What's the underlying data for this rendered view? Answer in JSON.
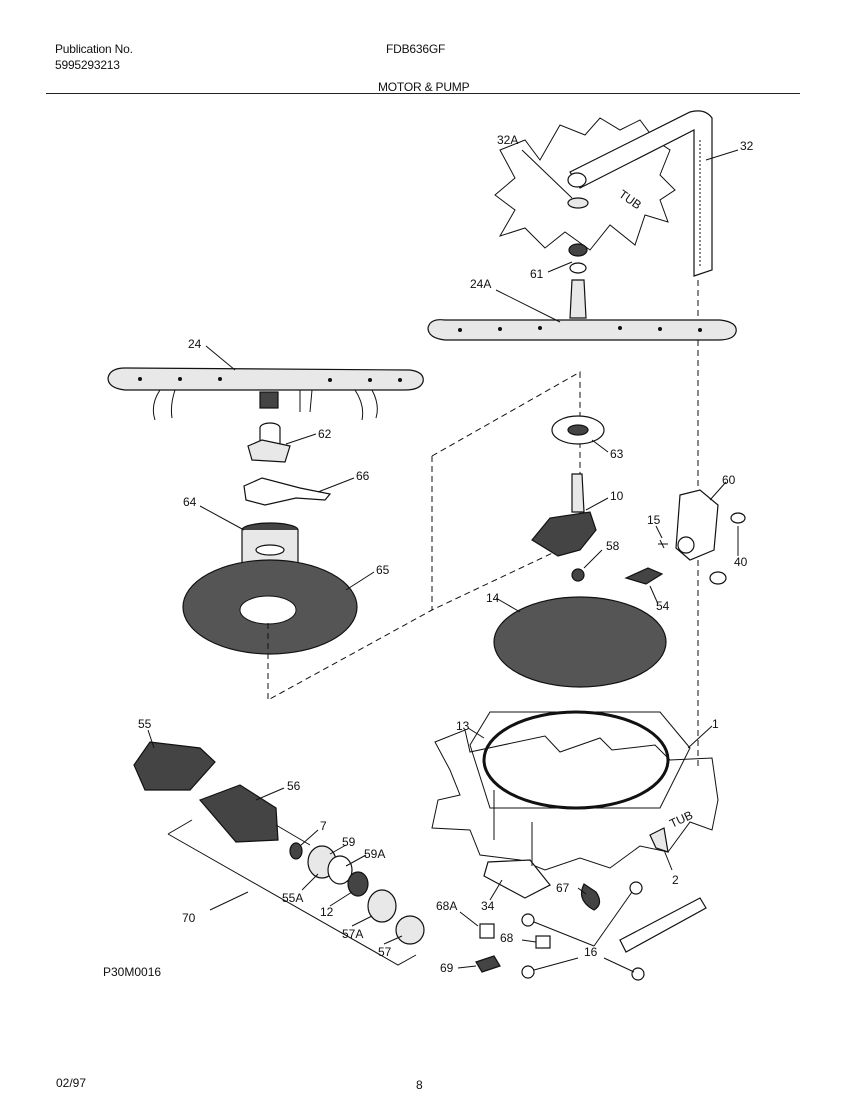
{
  "header": {
    "publication_label": "Publication No.",
    "publication_number": "5995293213",
    "model": "FDB636GF",
    "section_title": "MOTOR & PUMP"
  },
  "callouts": {
    "c32A": "32A",
    "c32": "32",
    "c61": "61",
    "c24A": "24A",
    "c24": "24",
    "c62": "62",
    "c66": "66",
    "c64": "64",
    "c65": "65",
    "c63": "63",
    "c10": "10",
    "c60": "60",
    "c15": "15",
    "c58": "58",
    "c40": "40",
    "c54": "54",
    "c14": "14",
    "c13": "13",
    "c1": "1",
    "c55": "55",
    "c56": "56",
    "c7": "7",
    "c59": "59",
    "c59A": "59A",
    "c55A": "55A",
    "c12": "12",
    "c57A": "57A",
    "c57": "57",
    "c70": "70",
    "c2": "2",
    "c34": "34",
    "c67": "67",
    "c68A": "68A",
    "c68": "68",
    "c16": "16",
    "c69": "69",
    "tub_top": "TUB",
    "tub_bottom": "TUB"
  },
  "diagram_code": "P30M0016",
  "footer": {
    "date": "02/97",
    "page": "8"
  }
}
